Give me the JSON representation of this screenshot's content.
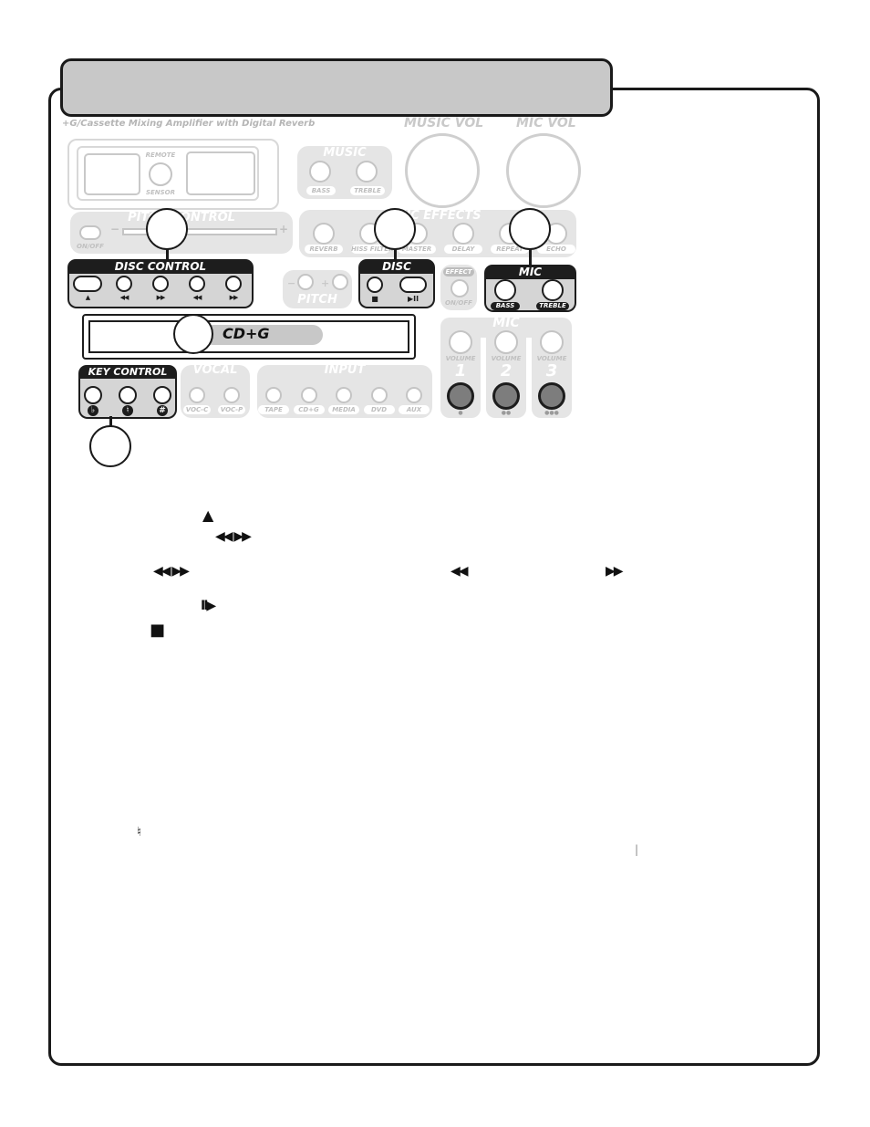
{
  "panel": {
    "subtitle": "+G/Cassette Mixing Amplifier with Digital Reverb",
    "music_vol": "MUSIC VOL",
    "mic_vol": "MIC VOL",
    "remote": "REMOTE",
    "sensor": "SENSOR",
    "music_title": "MUSIC",
    "music_bass": "BASS",
    "music_treble": "TREBLE",
    "pitch_control": "PITCH CONTROL",
    "pitch_onoff": "ON/OFF",
    "pitch_minus": "−",
    "pitch_plus": "+",
    "effects_title": "MIC EFFECTS",
    "effects": [
      "REVERB",
      "HISS FILTER",
      "MASTER",
      "DELAY",
      "REPEAT",
      "ECHO"
    ],
    "disc_control": "DISC CONTROL",
    "disc_control_symbols": [
      "▲",
      "◀◀",
      "▶▶",
      "◀◀",
      "▶▶"
    ],
    "pitch_title": "PITCH",
    "pitch_btn_minus": "−",
    "pitch_btn_plus": "+",
    "disc": "DISC",
    "disc_symbols": [
      "■",
      "▶II"
    ],
    "effect_label": "EFFECT",
    "effect_onoff": "ON/OFF",
    "mic_title": "MIC",
    "mic_bass": "BASS",
    "mic_treble": "TREBLE",
    "cdg": "CD+G",
    "mic_volume_title": "MIC",
    "mic_channels": [
      {
        "label": "VOLUME",
        "num": "1",
        "dots": "●"
      },
      {
        "label": "VOLUME",
        "num": "2",
        "dots": "●●"
      },
      {
        "label": "VOLUME",
        "num": "3",
        "dots": "●●●"
      }
    ],
    "key_control": "KEY CONTROL",
    "key_symbols": [
      "♭",
      "♮",
      "#"
    ],
    "vocal": "VOCAL",
    "vocal_buttons": [
      "VOC-C",
      "VOC-P"
    ],
    "input": "INPUT",
    "input_buttons": [
      "TAPE",
      "CD+G",
      "MEDIA",
      "DVD",
      "AUX"
    ]
  },
  "glyphs": {
    "eject": "▲",
    "skip": "◀◀ ▶▶",
    "search": "◀◀ ▶▶",
    "rewind": "◀◀",
    "forward": "▶▶",
    "play_pause": "II▶",
    "stop": "■",
    "natural": "♮",
    "bar": "|"
  }
}
